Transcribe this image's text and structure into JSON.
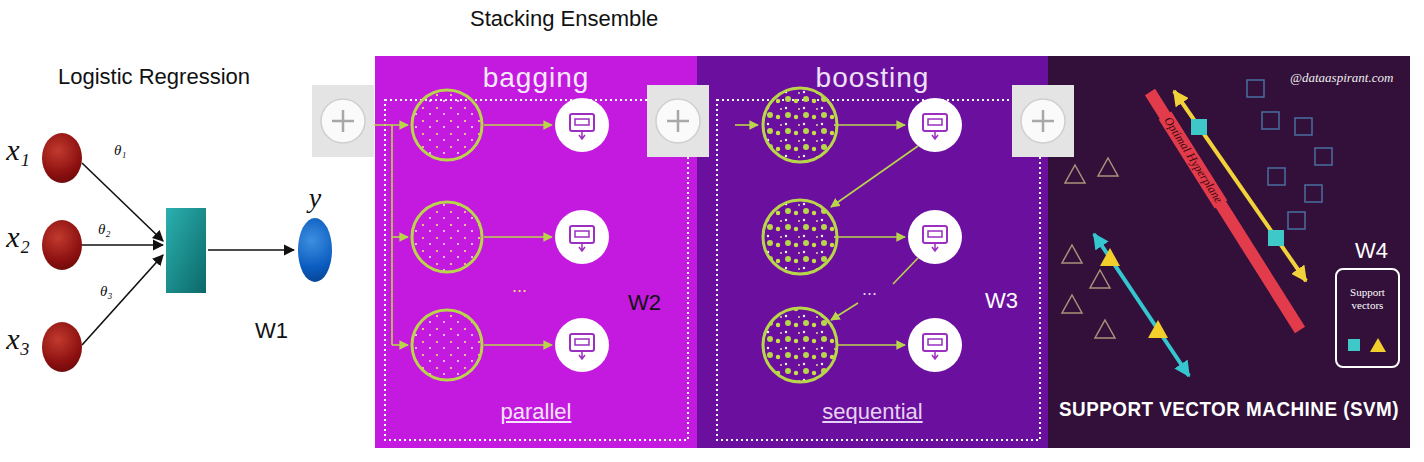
{
  "diagram": {
    "title": "Stacking Ensemble",
    "nodes": [
      {
        "text": [
          "x₁"
        ]
      },
      {
        "text": [
          "x₂"
        ]
      },
      {
        "text": [
          "x₃"
        ]
      },
      {
        "text": [
          "y"
        ]
      },
      {
        "text": [
          "bagging",
          "parallel"
        ]
      },
      {
        "text": [
          "boosting",
          "sequential"
        ]
      },
      {
        "text": [
          "SUPPORT VECTOR MACHINE (SVM)"
        ]
      },
      {
        "text": [
          "Support vectors"
        ],
        "in": 6
      }
    ],
    "labels": [
      "Logistic Regression",
      "θ₁",
      "θ₂",
      "θ₃",
      "W1",
      "W2",
      "...",
      "W3",
      "...",
      "@dataaspirant.com",
      "Optimal Hyperplane",
      "W4"
    ]
  }
}
